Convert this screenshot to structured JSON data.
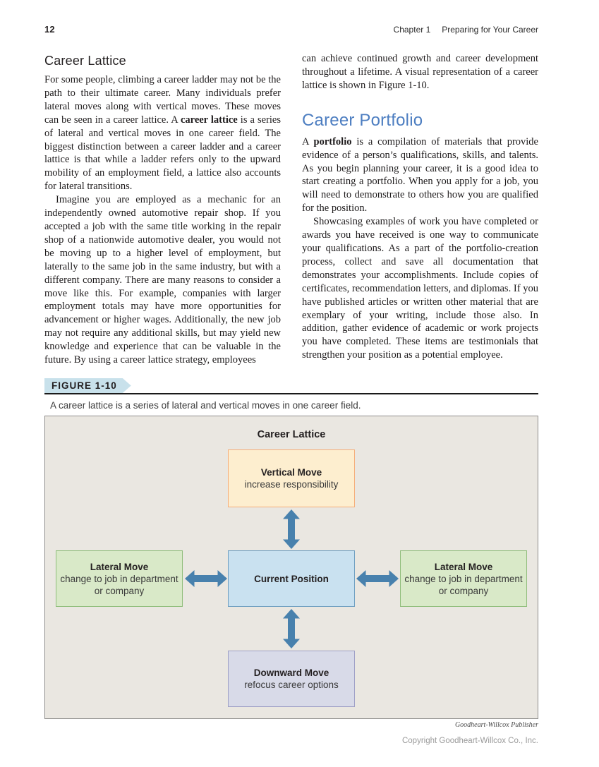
{
  "header": {
    "page_number": "12",
    "chapter": "Chapter 1",
    "chapter_title": "Preparing for Your Career"
  },
  "left_column": {
    "heading": "Career Lattice",
    "para1": {
      "pre": "For some people, climbing a career ladder may not be the path to their ultimate career. Many individuals prefer lateral moves along with vertical moves. These moves can be seen in a career lattice. A ",
      "term": "career lattice",
      "post": " is a series of lateral and vertical moves in one career field. The biggest distinction between a career ladder and a career lattice is that while a ladder refers only to the upward mobility of an employment field, a lattice also accounts for lateral transitions."
    },
    "para2": "Imagine you are employed as a mechanic for an independently owned automotive repair shop. If you accepted a job with the same title working in the repair shop of a nationwide automotive dealer, you would not be moving up to a higher level of employment, but laterally to the same job in the same industry, but with a different company. There are many reasons to consider a move like this. For example, companies with larger employment totals may have more opportunities for advancement or higher wages. Additionally, the new job may not require any additional skills, but may yield new knowledge and experience that can be valuable in the future. By using a career lattice strategy, employees"
  },
  "right_column": {
    "cont_para": "can achieve continued growth and career development throughout a lifetime. A visual representation of a career lattice is shown in Figure 1-10.",
    "heading": "Career Portfolio",
    "para1": {
      "pre": "A ",
      "term": "portfolio",
      "post": " is a compilation of materials that provide evidence of a person’s qualifications, skills, and talents. As you begin planning your career, it is a good idea to start creating a portfolio. When you apply for a job, you will need to demonstrate to others how you are qualified for the position."
    },
    "para2": "Showcasing examples of work you have completed or awards you have received is one way to communicate your qualifications. As a part of the portfolio-creation process, collect and save all documentation that demonstrates your accomplishments. Include copies of certificates, recommendation letters, and diplomas. If you have published articles or written other material that are exemplary of your writing, include those also. In addition, gather evidence of academic or work projects you have completed. These items are testimonials that strengthen your position as a potential employee."
  },
  "figure": {
    "label": "FIGURE 1-10",
    "caption": "A career lattice is a series of lateral and vertical moves in one career field.",
    "title": "Career Lattice",
    "nodes": {
      "vertical": {
        "title": "Vertical Move",
        "subtitle": "increase responsibility"
      },
      "lateral_left": {
        "title": "Lateral Move",
        "subtitle": "change to job in department or company"
      },
      "current": {
        "title": "Current Position"
      },
      "lateral_right": {
        "title": "Lateral Move",
        "subtitle": "change to job in department or company"
      },
      "downward": {
        "title": "Downward Move",
        "subtitle": "refocus career options"
      }
    },
    "credit": "Goodheart-Willcox Publisher"
  },
  "footer": {
    "copyright": "Copyright Goodheart-Willcox Co., Inc."
  },
  "colors": {
    "heading_accent": "#4d7ec1",
    "figure_label_bg": "#c8e1eb",
    "panel_bg": "#eae7e1",
    "arrow": "#4881ad",
    "node_vertical_bg": "#fdeecf",
    "node_vertical_border": "#f5ad79",
    "node_lateral_bg": "#d9e9c8",
    "node_lateral_border": "#90bd7b",
    "node_current_bg": "#c9e1f0",
    "node_current_border": "#6f9fc1",
    "node_downward_bg": "#d8dae8",
    "node_downward_border": "#9e9fc6"
  }
}
